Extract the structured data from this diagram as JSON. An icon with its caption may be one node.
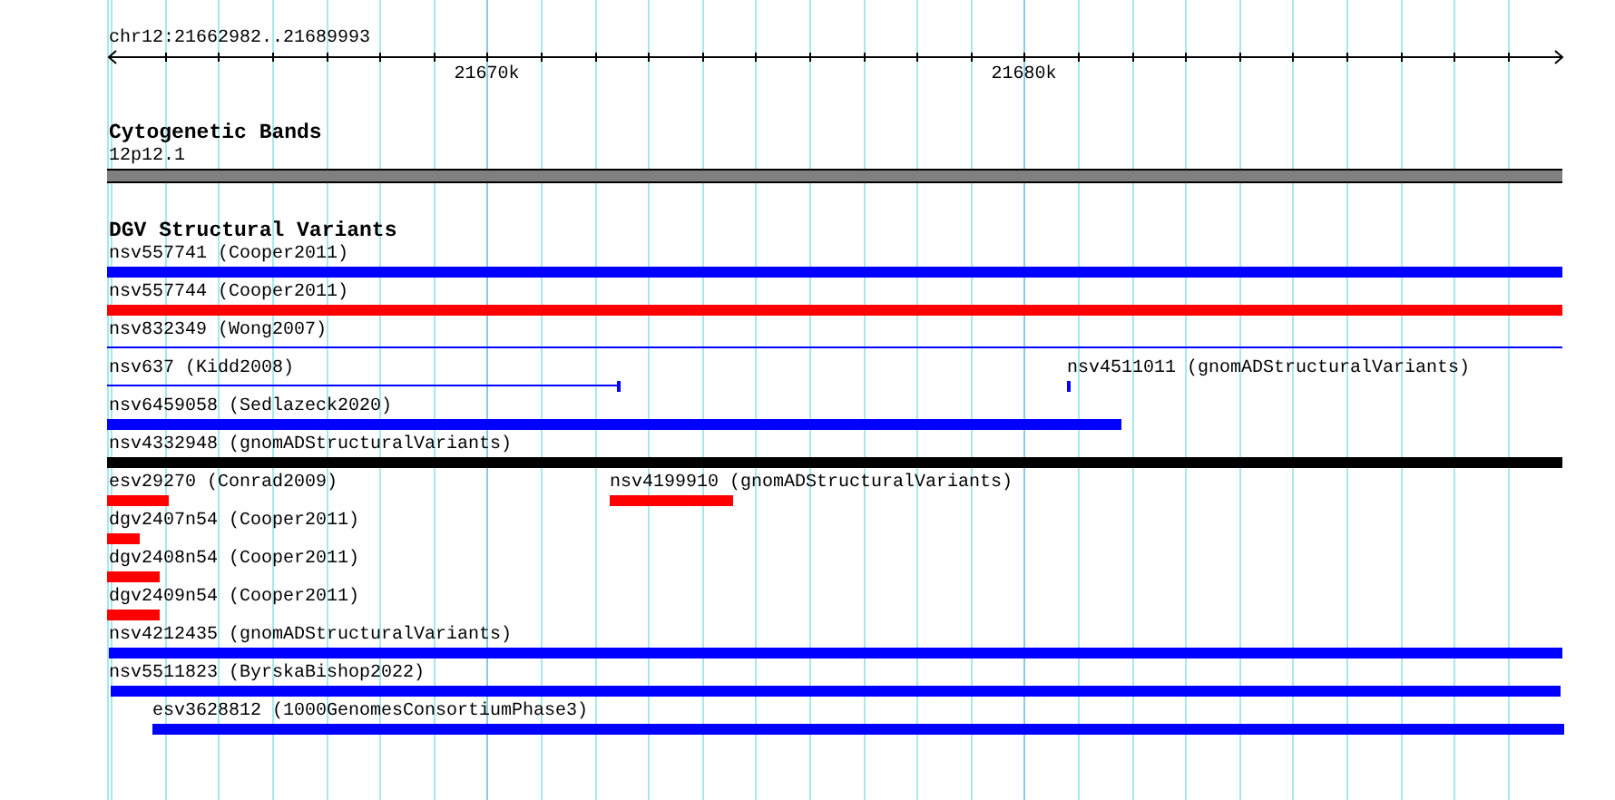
{
  "diagram": {
    "nodes": [
      {
        "text": [
          "12p12.1"
        ]
      },
      {
        "text": [
          "nsv557741 (Cooper2011)"
        ]
      },
      {
        "text": [
          "nsv557744 (Cooper2011)"
        ]
      },
      {
        "text": [
          "nsv832349 (Wong2007)"
        ]
      },
      {
        "text": [
          "nsv637 (Kidd2008)"
        ]
      },
      {
        "text": [
          "nsv4511011 (gnomADStructuralVariants)"
        ]
      },
      {
        "text": [
          "nsv6459058 (Sedlazeck2020)"
        ]
      },
      {
        "text": [
          "nsv4332948 (gnomADStructuralVariants)"
        ]
      },
      {
        "text": [
          "esv29270 (Conrad2009)"
        ]
      },
      {
        "text": [
          "nsv4199910 (gnomADStructuralVariants)"
        ]
      },
      {
        "text": [
          "dgv2407n54 (Cooper2011)"
        ]
      },
      {
        "text": [
          "dgv2408n54 (Cooper2011)"
        ]
      },
      {
        "text": [
          "dgv2409n54 (Cooper2011)"
        ]
      },
      {
        "text": [
          "nsv4212435 (gnomADStructuralVariants)"
        ]
      },
      {
        "text": [
          "nsv5511823 (ByrskaBishop2022)"
        ]
      },
      {
        "text": [
          "esv3628812 (1000GenomesConsortiumPhase3)"
        ]
      }
    ],
    "labels": [
      "chr12:21662982..21689993",
      "21670k",
      "21680k",
      "Cytogenetic Bands",
      "DGV Structural Variants"
    ]
  }
}
